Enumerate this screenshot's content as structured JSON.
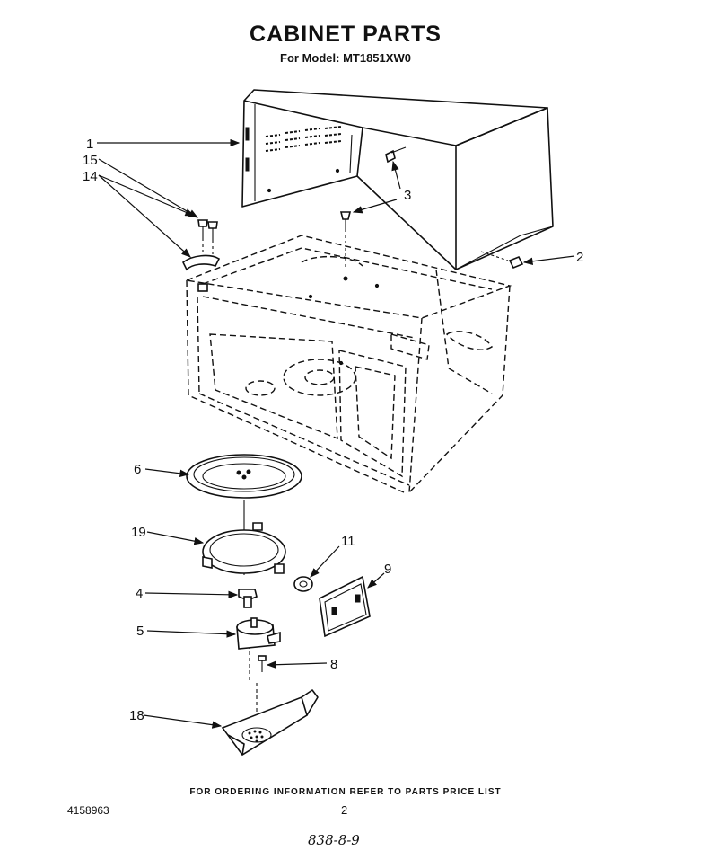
{
  "header": {
    "title": "CABINET PARTS",
    "subtitle": "For Model: MT1851XW0"
  },
  "diagram": {
    "callouts": [
      {
        "id": "c1",
        "label": "1"
      },
      {
        "id": "c15",
        "label": "15"
      },
      {
        "id": "c14",
        "label": "14"
      },
      {
        "id": "c3",
        "label": "3"
      },
      {
        "id": "c2",
        "label": "2"
      },
      {
        "id": "c6",
        "label": "6"
      },
      {
        "id": "c19",
        "label": "19"
      },
      {
        "id": "c11",
        "label": "11"
      },
      {
        "id": "c4",
        "label": "4"
      },
      {
        "id": "c9",
        "label": "9"
      },
      {
        "id": "c5",
        "label": "5"
      },
      {
        "id": "c8",
        "label": "8"
      },
      {
        "id": "c18",
        "label": "18"
      }
    ]
  },
  "footer": {
    "note": "FOR ORDERING INFORMATION REFER TO PARTS PRICE LIST",
    "doc_number": "4158963",
    "page_number": "2",
    "handwritten": "838-8-9"
  }
}
